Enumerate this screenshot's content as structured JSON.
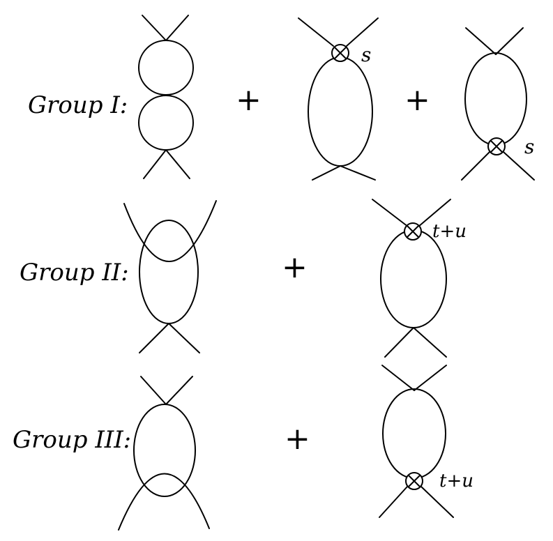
{
  "groups": [
    {
      "label": "Group I:"
    },
    {
      "label": "Group II:"
    },
    {
      "label": "Group III:"
    }
  ],
  "operators": {
    "plus": "+"
  },
  "channel_labels": {
    "s": "s",
    "t_plus_u": "t+u"
  },
  "colors": {
    "ink": "#000000",
    "background": "#ffffff"
  }
}
